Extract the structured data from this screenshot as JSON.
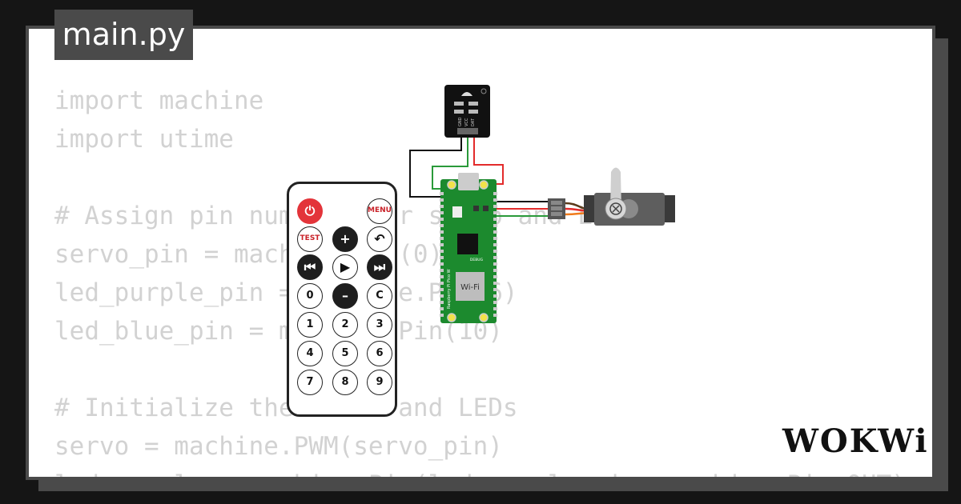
{
  "editor": {
    "filename": "main.py",
    "code_lines": [
      "import machine",
      "import utime",
      "",
      "# Assign pin numbers for servo and LEDs",
      "servo_pin = machine.Pin(0)",
      "led_purple_pin = machine.Pin(6)",
      "led_blue_pin = machine.Pin(10)",
      "",
      "# Initialize the servo and LEDs",
      "servo = machine.PWM(servo_pin)",
      "led_purple = machine.Pin(led_purple_pin, machine.Pin.OUT)"
    ]
  },
  "brand": {
    "logo_text": "WOKWi"
  },
  "remote": {
    "buttons": [
      [
        "power-icon",
        "MENU"
      ],
      [
        "TEST",
        "plus-icon",
        "back-icon"
      ],
      [
        "prev-icon",
        "play-icon",
        "next-icon"
      ],
      [
        "0",
        "minus-icon",
        "C"
      ],
      [
        "1",
        "2",
        "3"
      ],
      [
        "4",
        "5",
        "6"
      ],
      [
        "7",
        "8",
        "9"
      ]
    ]
  },
  "pico": {
    "board_label": "Raspberry Pi Pico W",
    "wifi_label": "Wi-Fi",
    "debug_label": "DEBUG"
  },
  "ir_receiver": {
    "pin_labels": [
      "GND",
      "VCC",
      "DAT"
    ]
  },
  "colors": {
    "background": "#151515",
    "card_border": "#4a4a4a",
    "pico_green": "#1c8a2e",
    "servo_body": "#5e5e5e",
    "wire_red": "#e32b2b",
    "wire_green": "#2a9a3a",
    "wire_black": "#111111",
    "wire_orange": "#f07a1a"
  }
}
